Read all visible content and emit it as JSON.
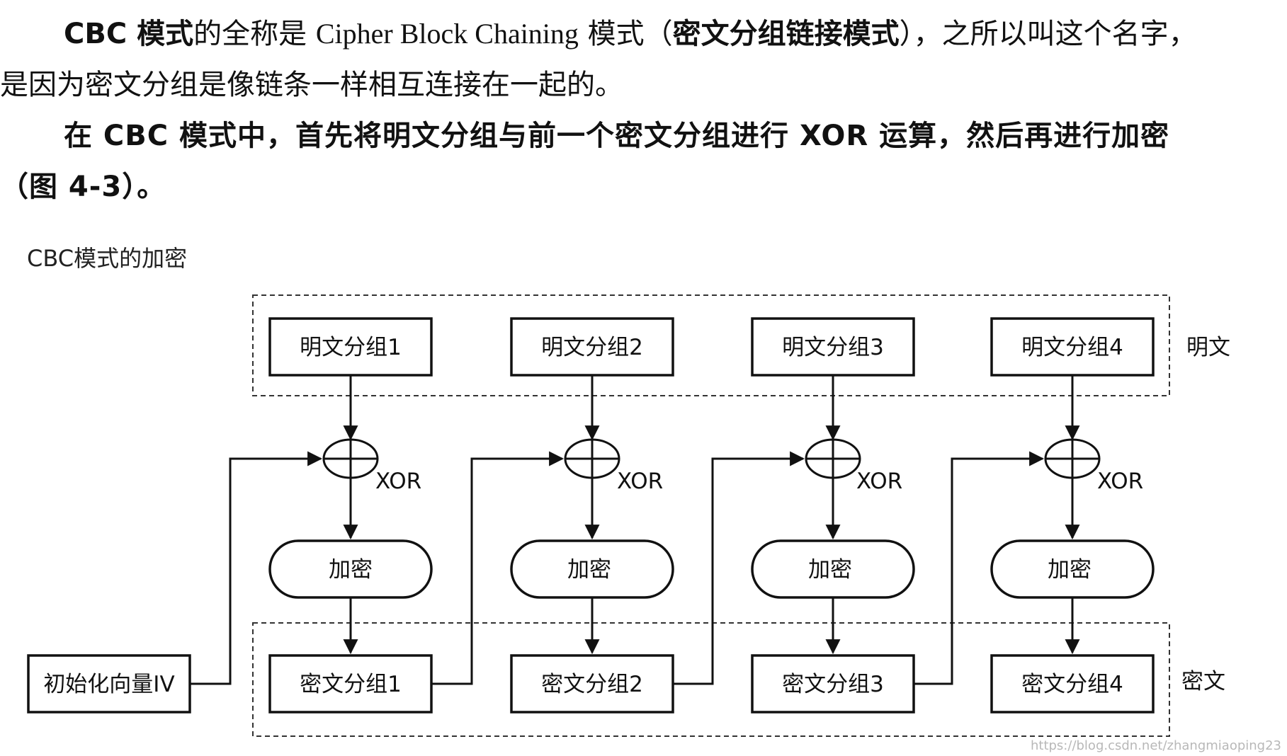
{
  "paragraph1": {
    "lead": "CBC 模式",
    "mid1": "的全称是 ",
    "latin": "Cipher Block Chaining",
    "mid2": " 模式（",
    "bold_term": "密文分组链接模式",
    "end_line1": "），之所以叫这个名字，",
    "line2": "是因为密文分组是像链条一样相互连接在一起的。"
  },
  "paragraph2": {
    "line1": "在 CBC 模式中，首先将明文分组与前一个密文分组进行 XOR 运算，然后再进行加密",
    "line2": "（图 4-3）。"
  },
  "diagram": {
    "caption": "CBC模式的加密",
    "plaintext_blocks": [
      "明文分组1",
      "明文分组2",
      "明文分组3",
      "明文分组4"
    ],
    "ciphertext_blocks": [
      "密文分组1",
      "密文分组2",
      "密文分组3",
      "密文分组4"
    ],
    "encrypt_label": "加密",
    "xor_label": "XOR",
    "iv_label": "初始化向量IV",
    "plaintext_group_label": "明文",
    "ciphertext_group_label": "密文"
  },
  "watermark": "https://blog.csdn.net/zhangmiaoping23"
}
